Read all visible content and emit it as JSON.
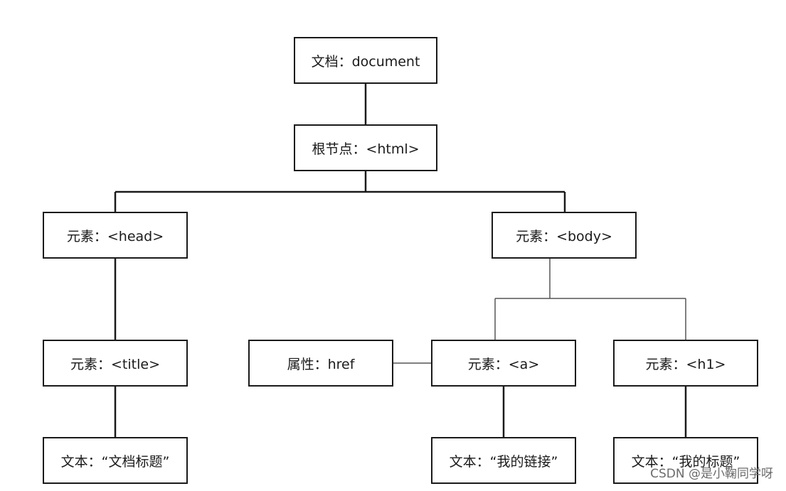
{
  "nodes": {
    "document": "文档：document",
    "root": "根节点：<html>",
    "head": "元素：<head>",
    "body": "元素：<body>",
    "title": "元素：<title>",
    "href": "属性：href",
    "a": "元素：<a>",
    "h1": "元素：<h1>",
    "title_text": "文本：“文档标题”",
    "a_text": "文本：“我的链接”",
    "h1_text": "文本：“我的标题”"
  },
  "watermark": "CSDN @是小鞠同学呀"
}
